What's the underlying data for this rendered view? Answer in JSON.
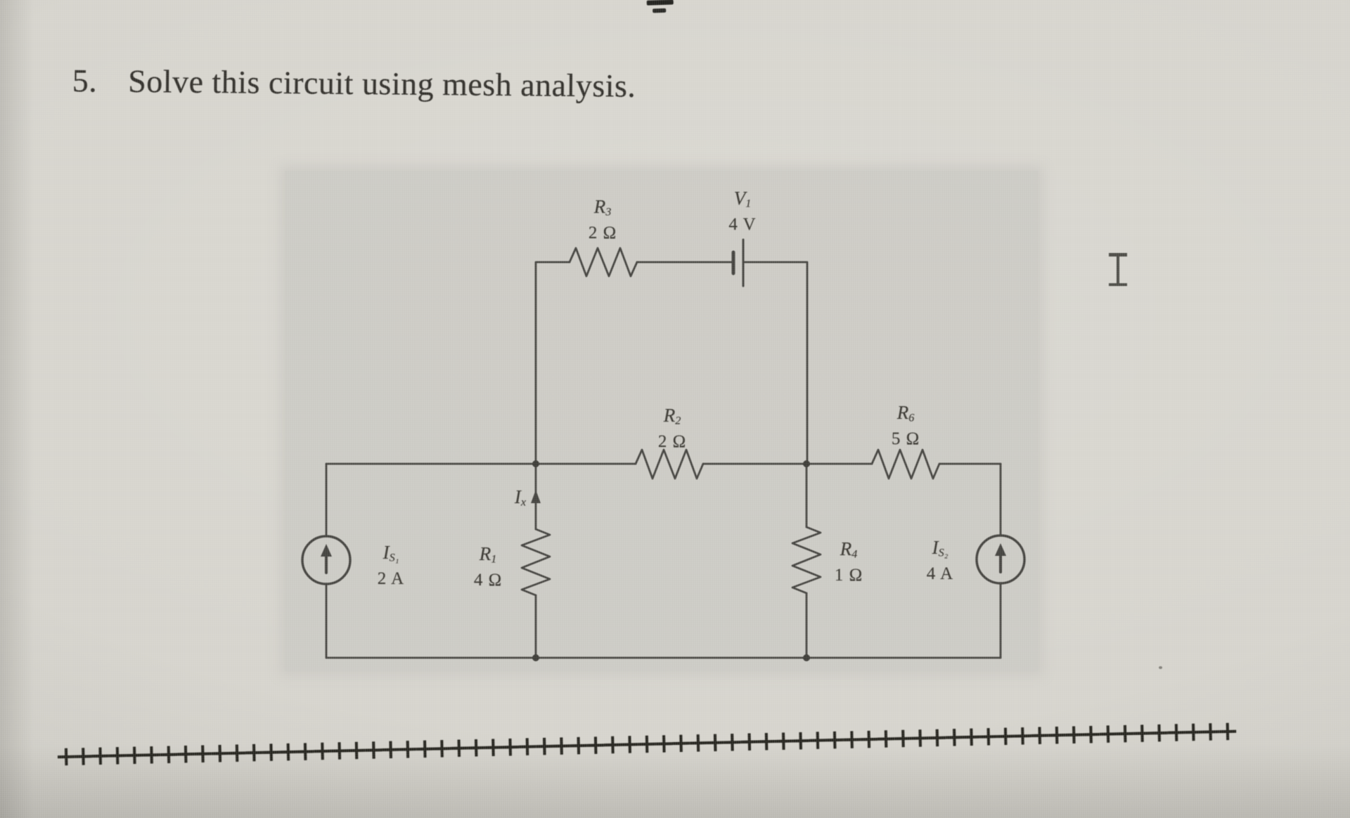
{
  "problem": {
    "number": "5.",
    "title": "Solve this circuit using mesh analysis."
  },
  "artifacts": {
    "top_equals_mark": "=",
    "cursor_type": "text-ibeam",
    "plus_row": "+++++++++++++++++++++++++++++++++++++++++++++++++++++++++++++++++++++"
  },
  "circuit": {
    "components": [
      {
        "id": "R3",
        "type": "resistor",
        "base": "R",
        "sub": "3",
        "value": "2 Ω"
      },
      {
        "id": "V1",
        "type": "voltage-source",
        "base": "V",
        "sub": "1",
        "value": "4 V"
      },
      {
        "id": "R2",
        "type": "resistor",
        "base": "R",
        "sub": "2",
        "value": "2 Ω"
      },
      {
        "id": "R6",
        "type": "resistor",
        "base": "R",
        "sub": "6",
        "value": "5 Ω"
      },
      {
        "id": "Is1",
        "type": "current-source",
        "base": "I",
        "sub": "S₁",
        "value": "2 A"
      },
      {
        "id": "R1",
        "type": "resistor",
        "base": "R",
        "sub": "1",
        "value": "4 Ω"
      },
      {
        "id": "R4",
        "type": "resistor",
        "base": "R",
        "sub": "4",
        "value": "1 Ω"
      },
      {
        "id": "Is2",
        "type": "current-source",
        "base": "I",
        "sub": "S₂",
        "value": "4 A"
      },
      {
        "id": "Ix",
        "type": "current-arrow",
        "base": "I",
        "sub": "x",
        "value": ""
      }
    ]
  }
}
